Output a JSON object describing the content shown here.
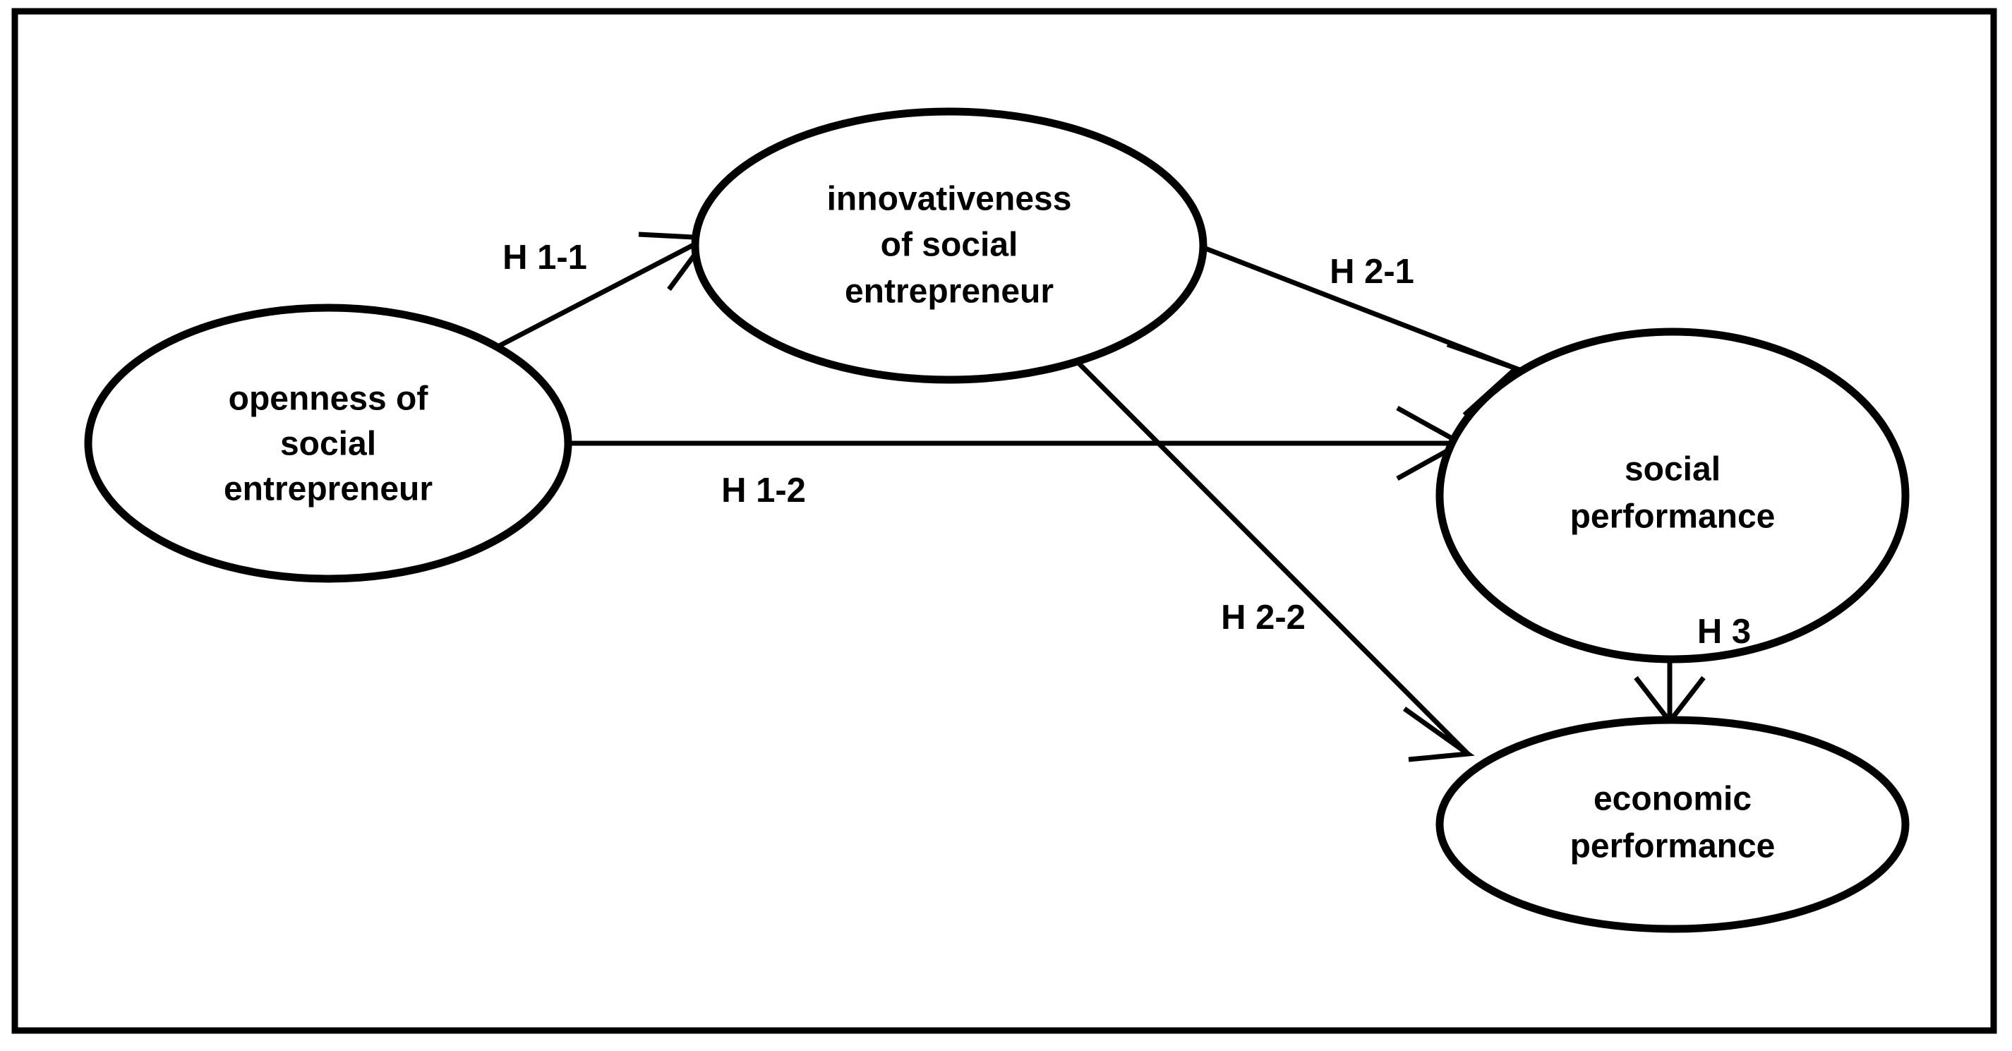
{
  "diagram": {
    "title": "research model hypotheses diagram",
    "frame": {
      "border_color": "#000000",
      "background_color": "#ffffff"
    },
    "nodes": [
      {
        "id": "openness",
        "lines": [
          "openness of",
          "social",
          "entrepreneur"
        ],
        "line1": "openness of",
        "line2": "social",
        "line3": "entrepreneur"
      },
      {
        "id": "innovativeness",
        "lines": [
          "innovativeness",
          "of social",
          "entrepreneur"
        ],
        "line1": "innovativeness",
        "line2": "of social",
        "line3": "entrepreneur"
      },
      {
        "id": "social_performance",
        "lines": [
          "social",
          "performance"
        ],
        "line1": "social",
        "line2": "performance"
      },
      {
        "id": "economic_performance",
        "lines": [
          "economic",
          "performance"
        ],
        "line1": "economic",
        "line2": "performance"
      }
    ],
    "edges": [
      {
        "id": "h1_1",
        "label": "H 1-1",
        "from": "openness",
        "to": "innovativeness"
      },
      {
        "id": "h1_2",
        "label": "H 1-2",
        "from": "openness",
        "to": "social_performance"
      },
      {
        "id": "h2_1",
        "label": "H 2-1",
        "from": "innovativeness",
        "to": "social_performance"
      },
      {
        "id": "h2_2",
        "label": "H 2-2",
        "from": "innovativeness",
        "to": "economic_performance"
      },
      {
        "id": "h3",
        "label": "H 3",
        "from": "social_performance",
        "to": "economic_performance"
      }
    ]
  }
}
